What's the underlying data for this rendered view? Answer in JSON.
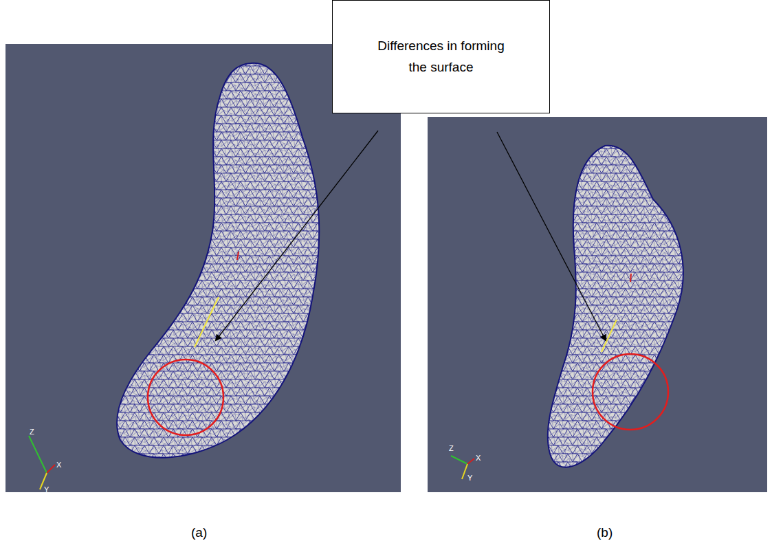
{
  "diagram": {
    "nodes": [
      {
        "text": [
          "Differences in forming the surface"
        ]
      }
    ],
    "labels": [
      "(a)",
      "(b)",
      "Z",
      "X",
      "Y",
      "Z",
      "X",
      "Y"
    ]
  }
}
